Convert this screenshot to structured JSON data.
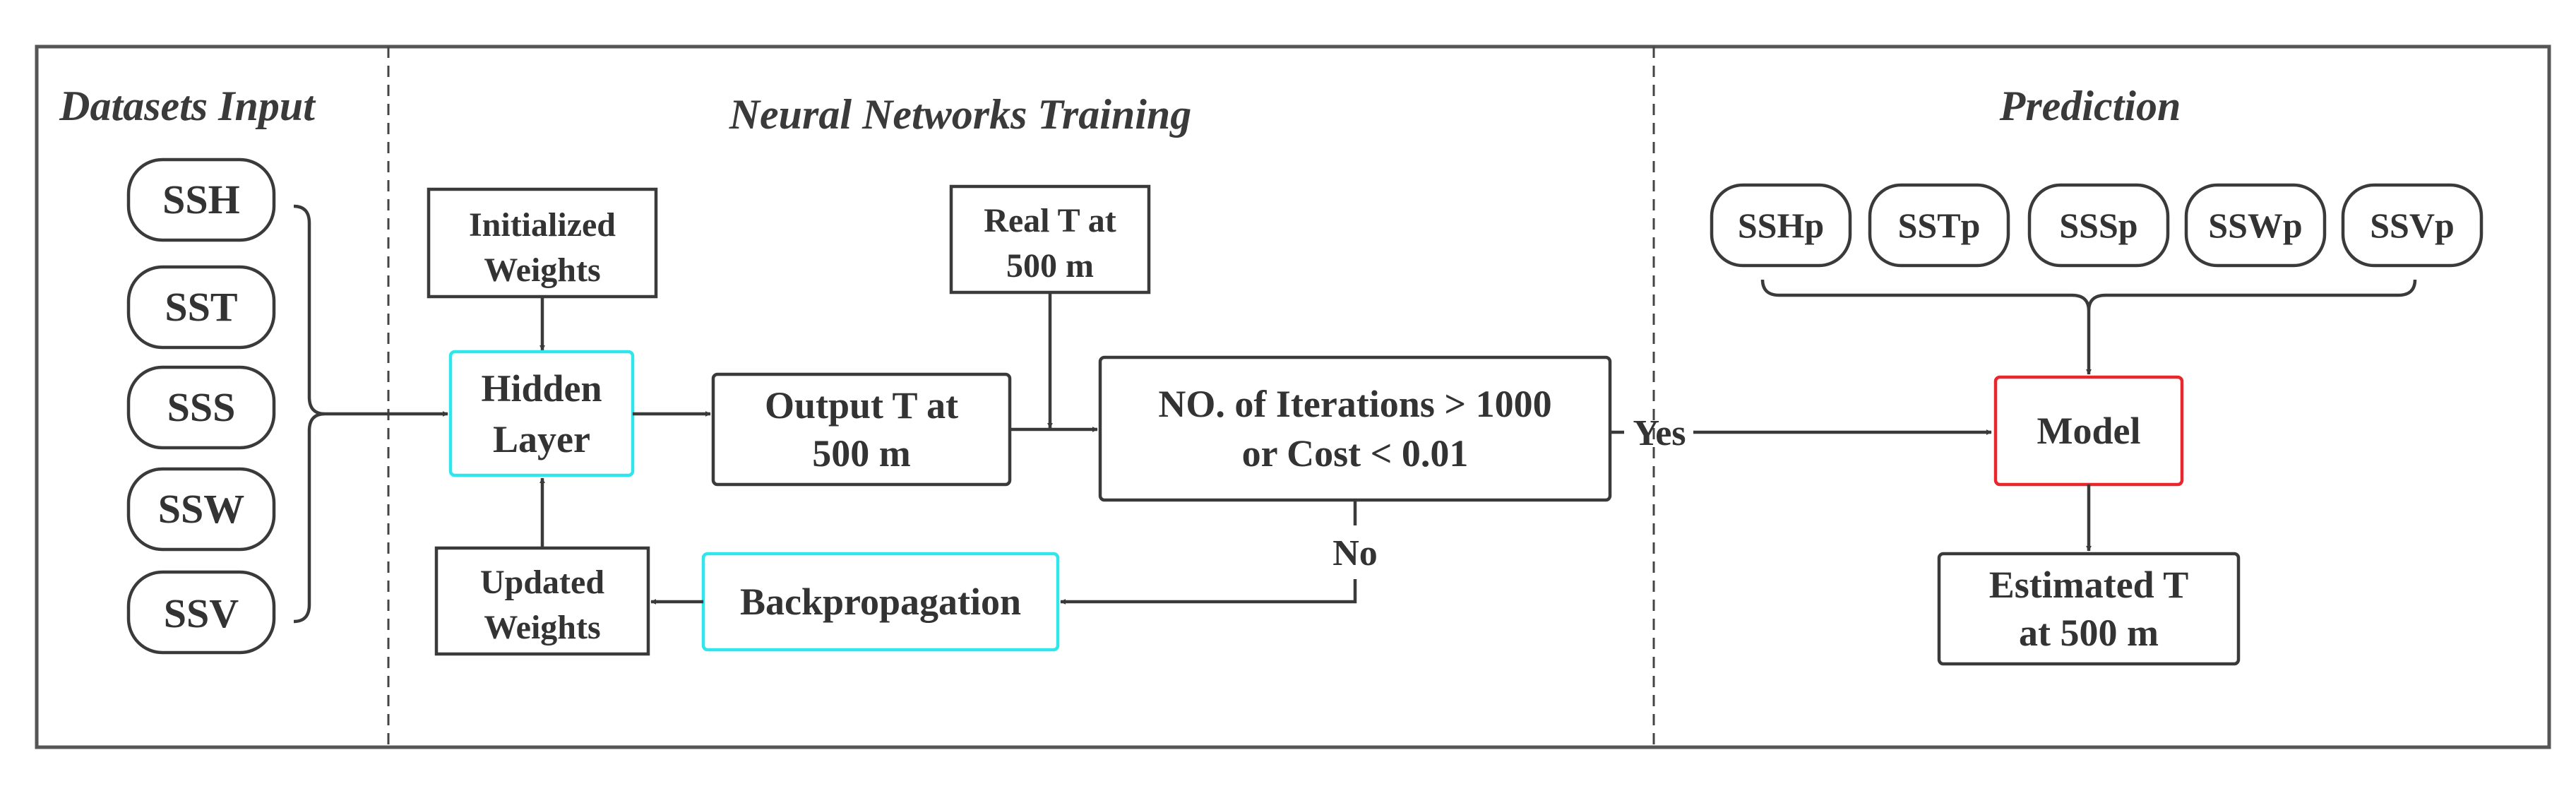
{
  "sections": {
    "datasets": "Datasets Input",
    "training": "Neural Networks Training",
    "prediction": "Prediction"
  },
  "inputs": [
    "SSH",
    "SST",
    "SSS",
    "SSW",
    "SSV"
  ],
  "training": {
    "init_weights": [
      "Initialized",
      "Weights"
    ],
    "hidden_layer": [
      "Hidden",
      "Layer"
    ],
    "output": [
      "Output T at",
      "500 m"
    ],
    "real_t": [
      "Real T at",
      "500 m"
    ],
    "condition": [
      "NO. of Iterations > 1000",
      "or Cost < 0.01"
    ],
    "updated_weights": [
      "Updated",
      "Weights"
    ],
    "backprop": "Backpropagation",
    "yes": "Yes",
    "no": "No"
  },
  "prediction": {
    "inputs": [
      "SSHp",
      "SSTp",
      "SSSp",
      "SSWp",
      "SSVp"
    ],
    "model": "Model",
    "estimated": [
      "Estimated T",
      "at 500 m"
    ]
  }
}
